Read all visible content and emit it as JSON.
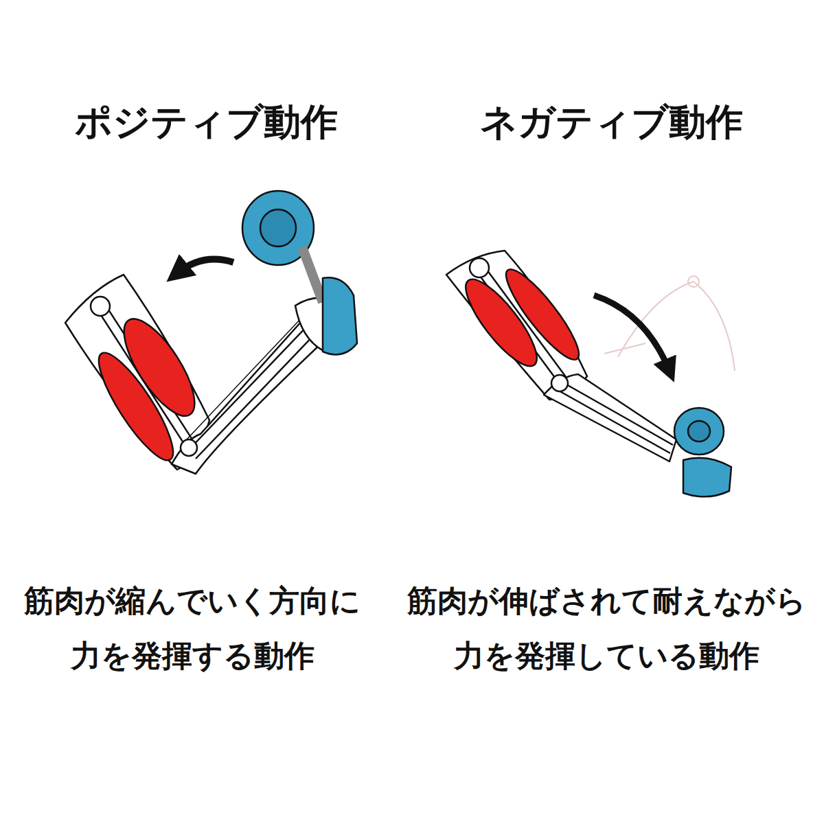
{
  "diagram": {
    "labels": [
      "ポジティブ動作",
      "ネガティブ動作",
      "筋肉が縮んでいく方向に 力を発揮する動作",
      "筋肉が伸ばされて耐えながら 力を発揮している動作"
    ]
  }
}
